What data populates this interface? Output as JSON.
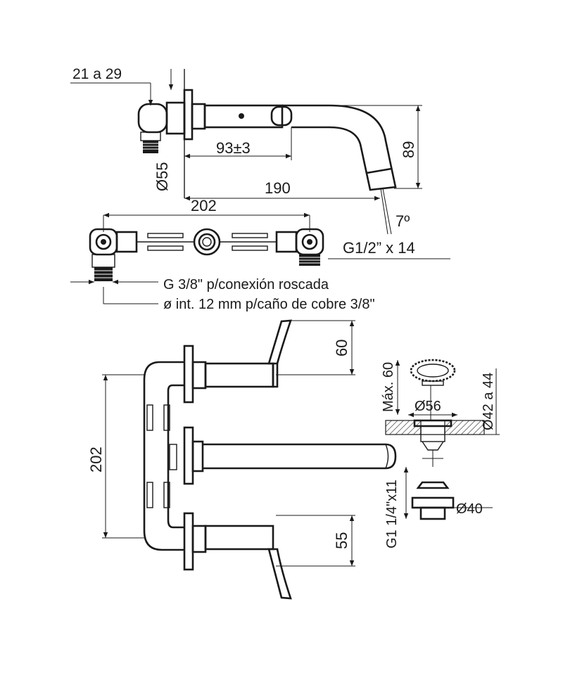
{
  "labels": {
    "wall_range": "21 a 29",
    "spout_depth": "93±3",
    "diameter_55": "Ø55",
    "total_length": "190",
    "height_89": "89",
    "angle": "7º",
    "inlet_thread": "G1/2” x 14",
    "center_distance_top": "202",
    "connection_thread": "G 3/8\" p/conexión roscada",
    "copper_pipe": "ø int. 12 mm p/caño de cobre 3/8\"",
    "height_60": "60",
    "center_distance_front": "202",
    "height_55": "55",
    "max_60": "Máx. 60",
    "diameter_56": "Ø56",
    "diameter_42_44": "Ø42 a 44",
    "drain_thread": "G1 1/4\"x11",
    "diameter_40": "Ø40"
  }
}
